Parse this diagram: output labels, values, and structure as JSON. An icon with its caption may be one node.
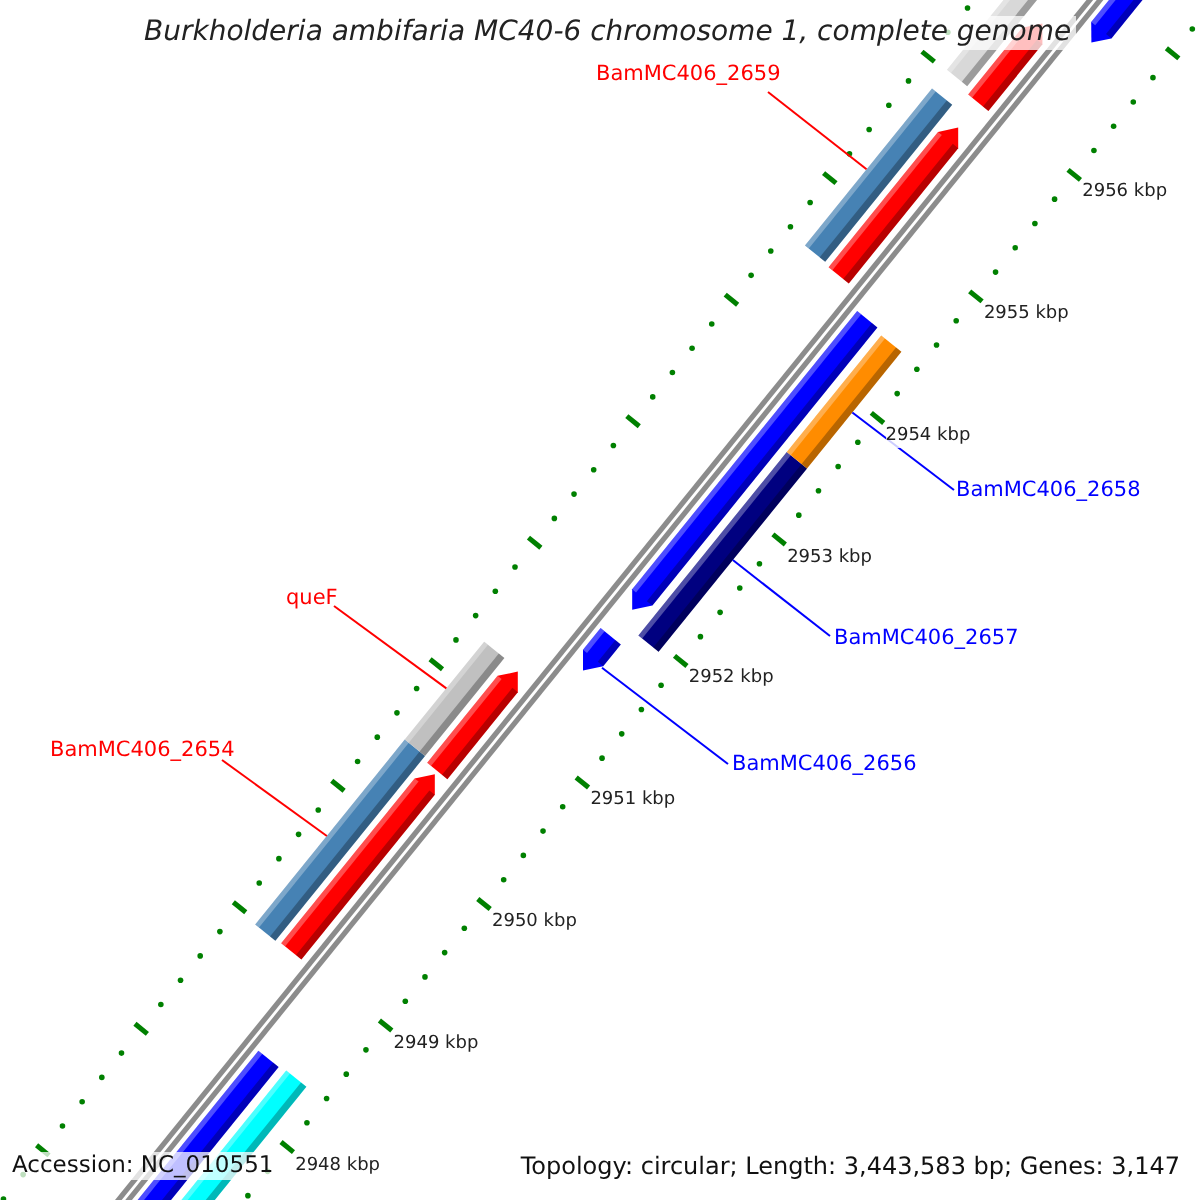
{
  "diagram": {
    "title": "Burkholderia ambifaria MC40-6 chromosome 1, complete genome",
    "nodes": [
      {
        "text": [
          "BamMC406_2659"
        ]
      },
      {
        "text": [],
        "shape": "bar"
      },
      {
        "text": [
          "BamMC406_2658"
        ]
      },
      {
        "text": [],
        "shape": "bar"
      },
      {
        "text": [
          "queF"
        ]
      },
      {
        "text": [],
        "shape": "bar"
      },
      {
        "text": [
          "BamMC406_2657"
        ]
      },
      {
        "text": [],
        "shape": "bar"
      },
      {
        "text": [
          "BamMC406_2654"
        ]
      },
      {
        "text": [],
        "shape": "bar"
      },
      {
        "text": [
          "BamMC406_2656"
        ]
      },
      {
        "text": [],
        "shape": "bar"
      }
    ],
    "edges": [
      {
        "from": 0,
        "to": 1,
        "arrow": "none",
        "color": "#ff0000"
      },
      {
        "from": 2,
        "to": 3,
        "arrow": "none",
        "color": "#0000ff"
      },
      {
        "from": 4,
        "to": 5,
        "arrow": "none",
        "color": "#ff0000"
      },
      {
        "from": 6,
        "to": 7,
        "arrow": "none",
        "color": "#0000ff"
      },
      {
        "from": 8,
        "to": 9,
        "arrow": "none",
        "color": "#ff0000"
      },
      {
        "from": 10,
        "to": 11,
        "arrow": "none",
        "color": "#0000ff"
      }
    ],
    "labels": [
      "2956 kbp",
      "2955 kbp",
      "2954 kbp",
      "2953 kbp",
      "2952 kbp",
      "2951 kbp",
      "2950 kbp",
      "2949 kbp",
      "2948 kbp",
      "Accession: NC_010551",
      "Topology: circular; Length: 3,443,583 bp; Genes: 3,147"
    ]
  }
}
